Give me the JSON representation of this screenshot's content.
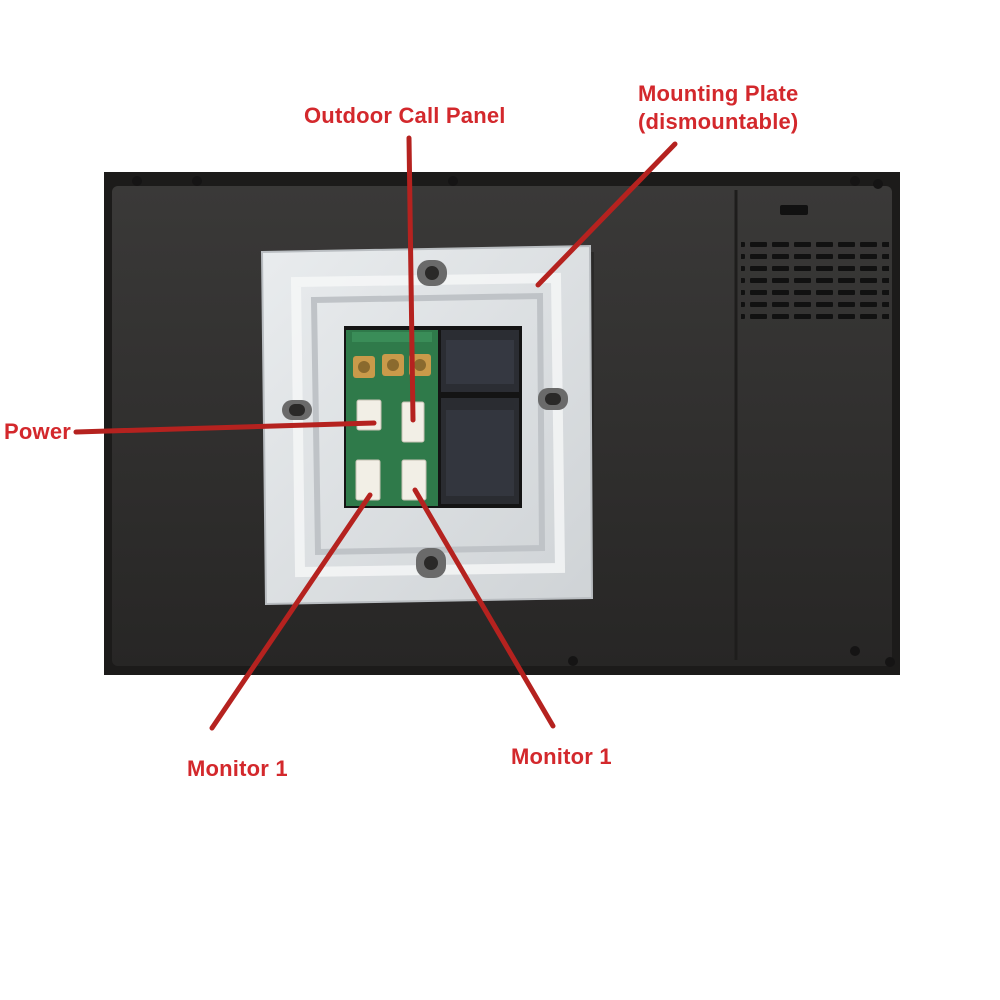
{
  "labels": {
    "outdoor_call_panel": "Outdoor Call Panel",
    "mounting_plate_line1": "Mounting Plate",
    "mounting_plate_line2": "(dismountable)",
    "power": "Power",
    "monitor_left": "Monitor 1",
    "monitor_right": "Monitor 1"
  },
  "colors": {
    "annotation": "#d3282c",
    "housing": "#2b2a29",
    "plate": "#dcdfe2",
    "pcb": "#2f7a4a"
  }
}
